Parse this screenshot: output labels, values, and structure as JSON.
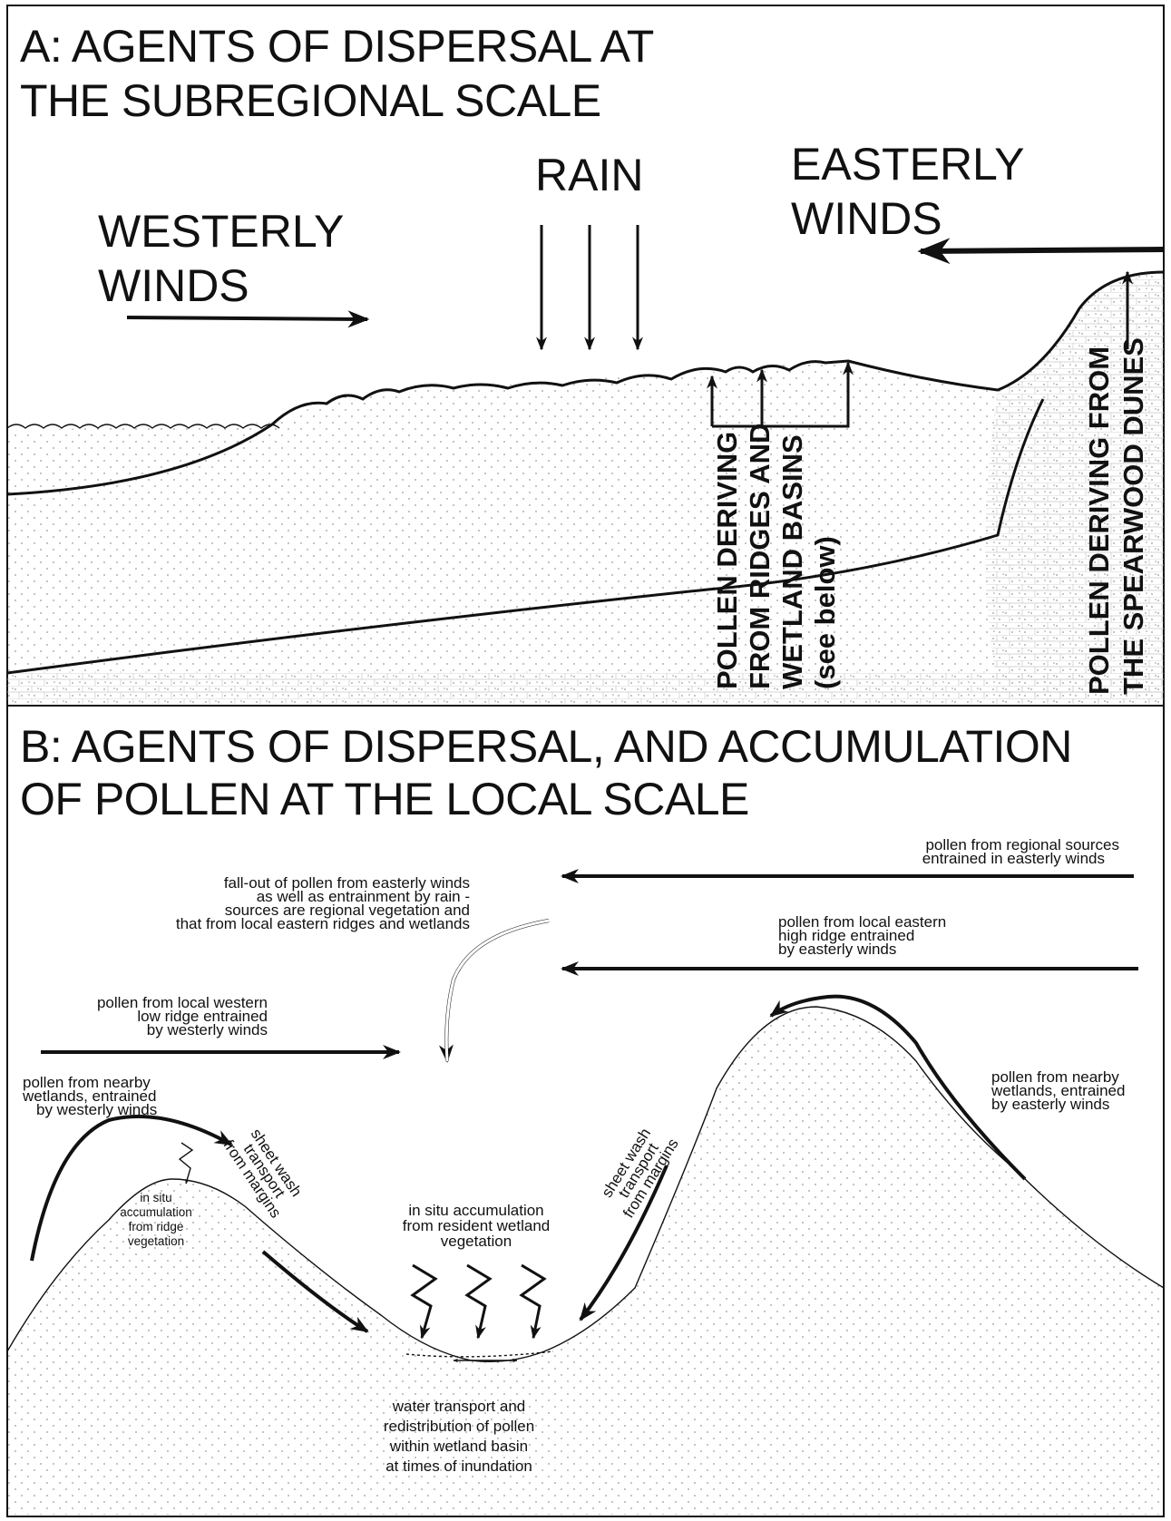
{
  "panel_a": {
    "title_line1": "A: AGENTS OF DISPERSAL AT",
    "title_line2": "THE SUBREGIONAL SCALE",
    "rain": "RAIN",
    "westerly_line1": "WESTERLY",
    "westerly_line2": "WINDS",
    "easterly_line1": "EASTERLY",
    "easterly_line2": "WINDS",
    "ridges_label": [
      "POLLEN DERIVING",
      "FROM RIDGES AND",
      "WETLAND BASINS",
      "(see below)"
    ],
    "dunes_label": [
      "POLLEN DERIVING FROM",
      "THE SPEARWOOD DUNES"
    ]
  },
  "panel_b": {
    "title_line1": "B: AGENTS OF DISPERSAL, AND ACCUMULATION",
    "title_line2": "OF POLLEN AT THE LOCAL SCALE",
    "regional": [
      "pollen from regional sources",
      "entrained in easterly winds"
    ],
    "fallout": [
      "fall-out of pollen from easterly winds",
      "as well as entrainment by rain -",
      "sources are regional vegetation and",
      "that from local eastern ridges and wetlands"
    ],
    "eastern_ridge": [
      "pollen from local eastern",
      "high ridge entrained",
      "by easterly winds"
    ],
    "western_ridge": [
      "pollen from local western",
      "low ridge entrained",
      "by westerly winds"
    ],
    "nearby_west": [
      "pollen from nearby",
      "wetlands, entrained",
      "by westerly winds"
    ],
    "nearby_east": [
      "pollen from nearby",
      "wetlands, entrained",
      "by easterly winds"
    ],
    "in_situ_ridge": [
      "in situ",
      "accumulation",
      "from ridge",
      "vegetation"
    ],
    "sheet_wash_left": [
      "sheet wash",
      "transport",
      "from margins"
    ],
    "sheet_wash_right": [
      "sheet wash",
      "transport",
      "from margins"
    ],
    "in_situ_wetland": [
      "in situ accumulation",
      "from resident wetland",
      "vegetation"
    ],
    "water_transport": [
      "water transport and",
      "redistribution of pollen",
      "within wetland basin",
      "at times of inundation"
    ]
  },
  "colors": {
    "ink": "#111111",
    "paper": "#ffffff",
    "dots": "#9a9a9a"
  }
}
